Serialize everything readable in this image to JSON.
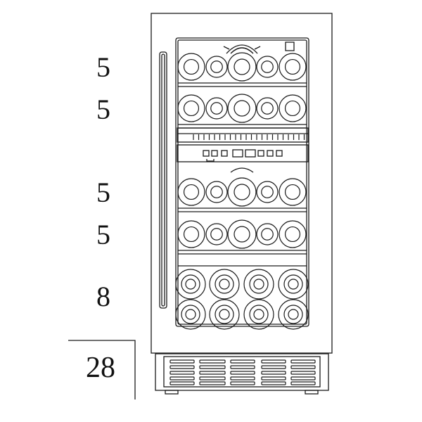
{
  "shelf_counts": [
    {
      "id": "shelf-1",
      "count": "5"
    },
    {
      "id": "shelf-2",
      "count": "5"
    },
    {
      "id": "shelf-3",
      "count": "5"
    },
    {
      "id": "shelf-4",
      "count": "5"
    },
    {
      "id": "shelf-5",
      "count": "8"
    }
  ],
  "total": "28",
  "colors": {
    "line": "#1a1a1a",
    "background": "#ffffff"
  }
}
